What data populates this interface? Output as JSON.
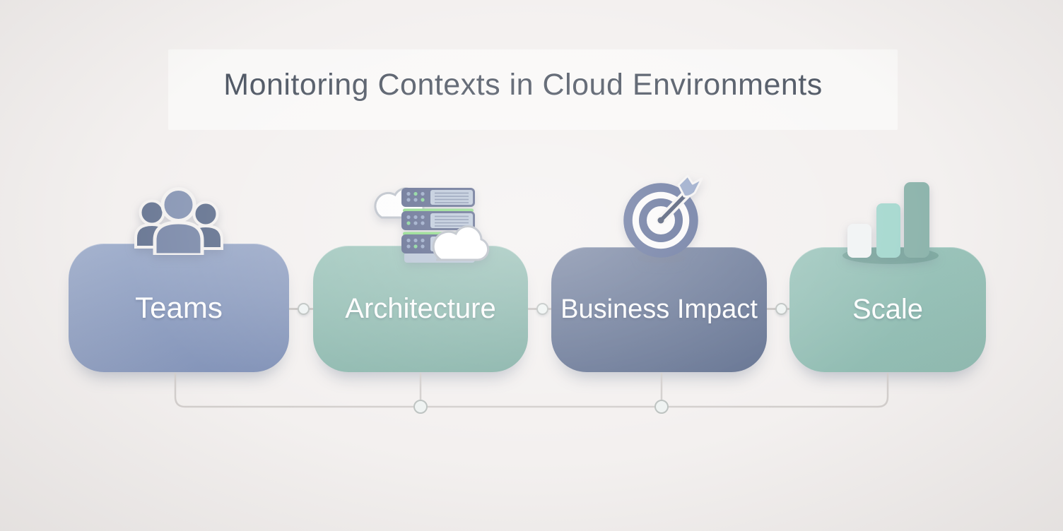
{
  "title": {
    "text": "Monitoring Contexts in Cloud Environments"
  },
  "palette": {
    "background": "#f3f0ef",
    "title_text": "#4e5663",
    "connector_line": "#d2cecc",
    "junction_dot_fill": "#eef2f1",
    "junction_dot_border": "#bac0be",
    "card_label_text": "#fdfdfd"
  },
  "cards": [
    {
      "label": "Teams",
      "icon": "team-people-icon",
      "color_top": "#a5b3cf",
      "color_bottom": "#7f90b6"
    },
    {
      "label": "Architecture",
      "icon": "cloud-server-stack-icon",
      "color_top": "#9dc5bb",
      "color_bottom": "#83b0a6"
    },
    {
      "label": "Business Impact",
      "icon": "target-dart-icon",
      "color_top": "#717f9e",
      "color_bottom": "#61708f"
    },
    {
      "label": "Scale",
      "icon": "bar-chart-icon",
      "color_top": "#9fc7be",
      "color_bottom": "#8db9af"
    }
  ]
}
